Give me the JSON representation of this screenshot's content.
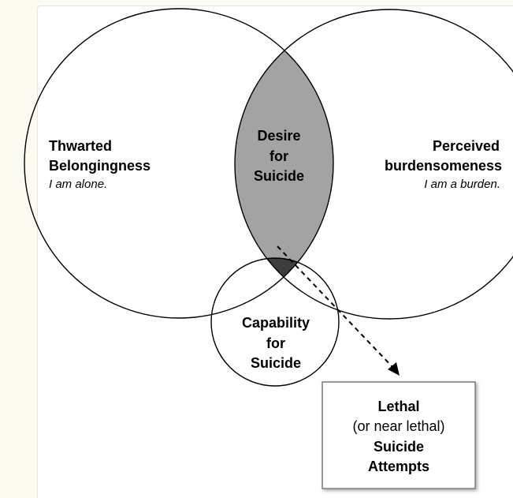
{
  "diagram": {
    "left_circle": {
      "title_line1": "Thwarted",
      "title_line2": "Belongingness",
      "subtitle": "I am alone."
    },
    "right_circle": {
      "title_line1": "Perceived",
      "title_line2": "burdensomeness",
      "subtitle": "I am a burden."
    },
    "desire": {
      "line1": "Desire",
      "line2": "for",
      "line3": "Suicide"
    },
    "capability": {
      "line1": "Capability",
      "line2": "for",
      "line3": "Suicide"
    },
    "outcome": {
      "line1": "Lethal",
      "line2": "(or near lethal)",
      "line3": "Suicide",
      "line4": "Attempts"
    },
    "colors": {
      "desire_fill": "#a3a3a3",
      "overlap_fill": "#3d3d3d",
      "background": "#fcfbf1"
    }
  }
}
